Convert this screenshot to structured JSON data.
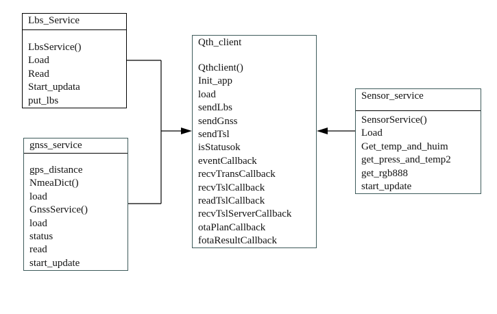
{
  "lbs_service": {
    "title": "Lbs_Service",
    "methods": [
      "LbsService()",
      "Load",
      "Read",
      "Start_updata",
      "put_lbs"
    ]
  },
  "gnss_service": {
    "title": "gnss_service",
    "methods": [
      "gps_distance",
      "NmeaDict()",
      "load",
      "GnssService()",
      "load",
      "status",
      "read",
      "start_update"
    ]
  },
  "qth_client": {
    "title": "Qth_client",
    "methods": [
      "Qthclient()",
      "Init_app",
      "load",
      "sendLbs",
      "sendGnss",
      "sendTsl",
      "isStatusok",
      "eventCallback",
      "recvTransCallback",
      "recvTslCallback",
      "readTslCallback",
      "recvTslServerCallback",
      "otaPlanCallback",
      "fotaResultCallback"
    ]
  },
  "sensor_service": {
    "title": "Sensor_service",
    "methods": [
      "SensorService()",
      "Load",
      "Get_temp_and_huim",
      "get_press_and_temp2",
      "get_rgb888",
      "start_update"
    ]
  },
  "colors": {
    "line": "#000000",
    "box_border_teal": "#3d5a5a",
    "text": "#111111",
    "background": "#ffffff"
  }
}
